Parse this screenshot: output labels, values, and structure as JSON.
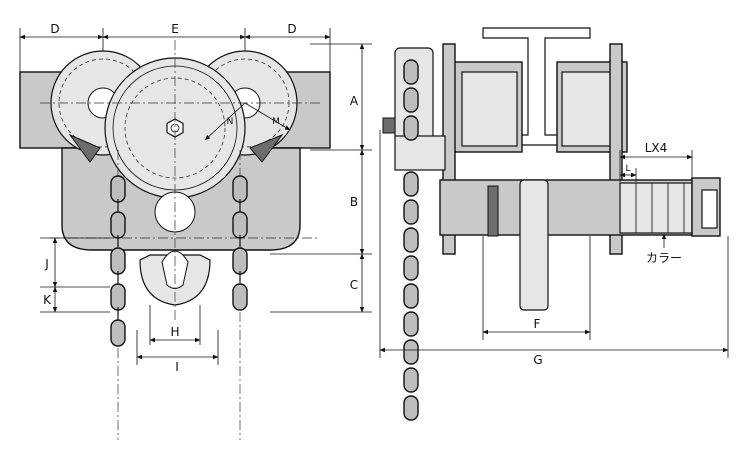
{
  "front_view": {
    "dimensions": {
      "D_left": "D",
      "E": "E",
      "D_right": "D",
      "J": "J",
      "K": "K",
      "H": "H",
      "I": "I",
      "N": "N",
      "M": "M"
    }
  },
  "side_view": {
    "dimensions": {
      "A": "A",
      "B": "B",
      "C": "C",
      "F": "F",
      "G": "G",
      "L": "L",
      "LX4": "LX4"
    },
    "collar_label": "カラー"
  }
}
